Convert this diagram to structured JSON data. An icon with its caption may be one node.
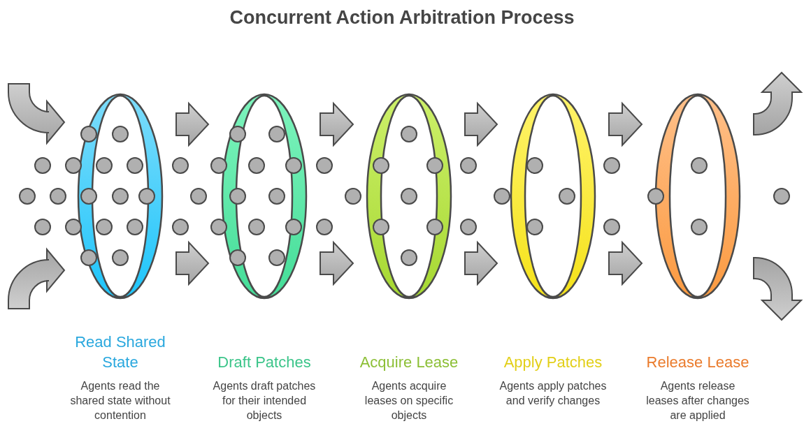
{
  "diagram": {
    "title": "Concurrent Action Arbitration Process",
    "nodes": [
      {
        "text": [
          "Read Shared State"
        ]
      },
      {
        "text": [
          "Draft Patches"
        ]
      },
      {
        "text": [
          "Acquire Lease"
        ]
      },
      {
        "text": [
          "Apply Patches"
        ]
      },
      {
        "text": [
          "Release Lease"
        ]
      }
    ],
    "edges": [
      {
        "from": null,
        "to": 0,
        "arrow": "to"
      },
      {
        "from": null,
        "to": 0,
        "arrow": "to"
      },
      {
        "from": 0,
        "to": 1,
        "arrow": "to"
      },
      {
        "from": 0,
        "to": 1,
        "arrow": "to"
      },
      {
        "from": 1,
        "to": 2,
        "arrow": "to"
      },
      {
        "from": 1,
        "to": 2,
        "arrow": "to"
      },
      {
        "from": 2,
        "to": 3,
        "arrow": "to"
      },
      {
        "from": 2,
        "to": 3,
        "arrow": "to"
      },
      {
        "from": 3,
        "to": 4,
        "arrow": "to"
      },
      {
        "from": 3,
        "to": 4,
        "arrow": "to"
      },
      {
        "from": 4,
        "to": null,
        "arrow": "to"
      },
      {
        "from": 4,
        "to": null,
        "arrow": "to"
      }
    ],
    "labels": [
      "Agents read the shared state without contention",
      "Agents draft patches for their intended objects",
      "Agents acquire leases on specific objects",
      "Agents apply patches and verify changes",
      "Agents release leases after changes are applied"
    ]
  }
}
